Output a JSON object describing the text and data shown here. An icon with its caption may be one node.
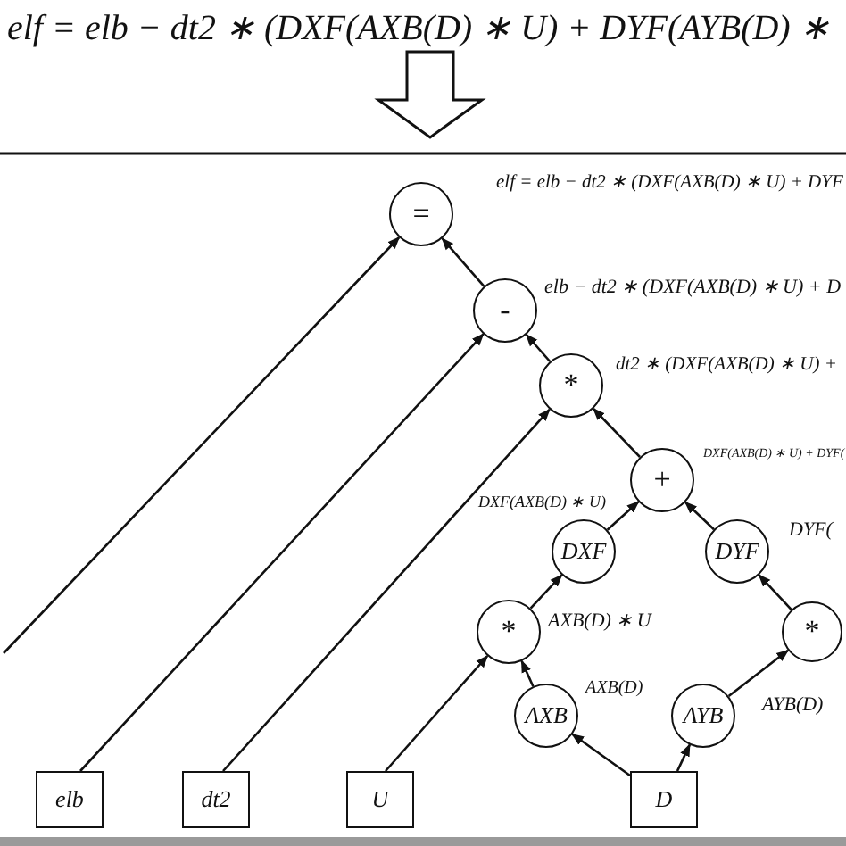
{
  "diagram": {
    "title": "elf = elb − dt2 ∗ (DXF(AXB(D) ∗ U) + DYF(AYB(D) ∗",
    "nodes": [
      {
        "text": [
          "="
        ],
        "beside": [
          "elf = elb − dt2 ∗ (DXF(AXB(D) ∗ U) + DYF"
        ]
      },
      {
        "text": [
          "-"
        ],
        "beside": [
          "elb − dt2 ∗ (DXF(AXB(D) ∗ U) + D"
        ]
      },
      {
        "text": [
          "*"
        ],
        "beside": [
          "dt2 ∗ (DXF(AXB(D) ∗ U) +"
        ]
      },
      {
        "text": [
          "+"
        ],
        "beside": [
          "DXF(AXB(D) ∗ U) + DYF("
        ]
      },
      {
        "text": [
          "DXF"
        ],
        "beside": [
          "DXF(AXB(D) ∗ U)"
        ]
      },
      {
        "text": [
          "DYF"
        ],
        "beside": [
          "DYF("
        ]
      },
      {
        "text": [
          "*"
        ],
        "beside": [
          "AXB(D) ∗ U"
        ]
      },
      {
        "text": [
          "*"
        ]
      },
      {
        "text": [
          "AXB"
        ],
        "beside": [
          "AXB(D)"
        ]
      },
      {
        "text": [
          "AYB"
        ],
        "beside": [
          "AYB(D)"
        ]
      },
      {
        "text": [
          "elb"
        ]
      },
      {
        "text": [
          "dt2"
        ]
      },
      {
        "text": [
          "U"
        ]
      },
      {
        "text": [
          "D"
        ]
      }
    ],
    "edges": [
      {
        "from": null,
        "to": 0,
        "arrow": "to"
      },
      {
        "from": 1,
        "to": 0,
        "arrow": "to"
      },
      {
        "from": 10,
        "to": 1,
        "arrow": "to"
      },
      {
        "from": 2,
        "to": 1,
        "arrow": "to"
      },
      {
        "from": 11,
        "to": 2,
        "arrow": "to"
      },
      {
        "from": 3,
        "to": 2,
        "arrow": "to"
      },
      {
        "from": 4,
        "to": 3,
        "arrow": "to"
      },
      {
        "from": 5,
        "to": 3,
        "arrow": "to"
      },
      {
        "from": 6,
        "to": 4,
        "arrow": "to"
      },
      {
        "from": 7,
        "to": 5,
        "arrow": "to"
      },
      {
        "from": 12,
        "to": 6,
        "arrow": "to"
      },
      {
        "from": 8,
        "to": 6,
        "arrow": "to"
      },
      {
        "from": 9,
        "to": 7,
        "arrow": "to"
      },
      {
        "from": 13,
        "to": 8,
        "arrow": "to"
      },
      {
        "from": 13,
        "to": 9,
        "arrow": "to"
      }
    ]
  }
}
